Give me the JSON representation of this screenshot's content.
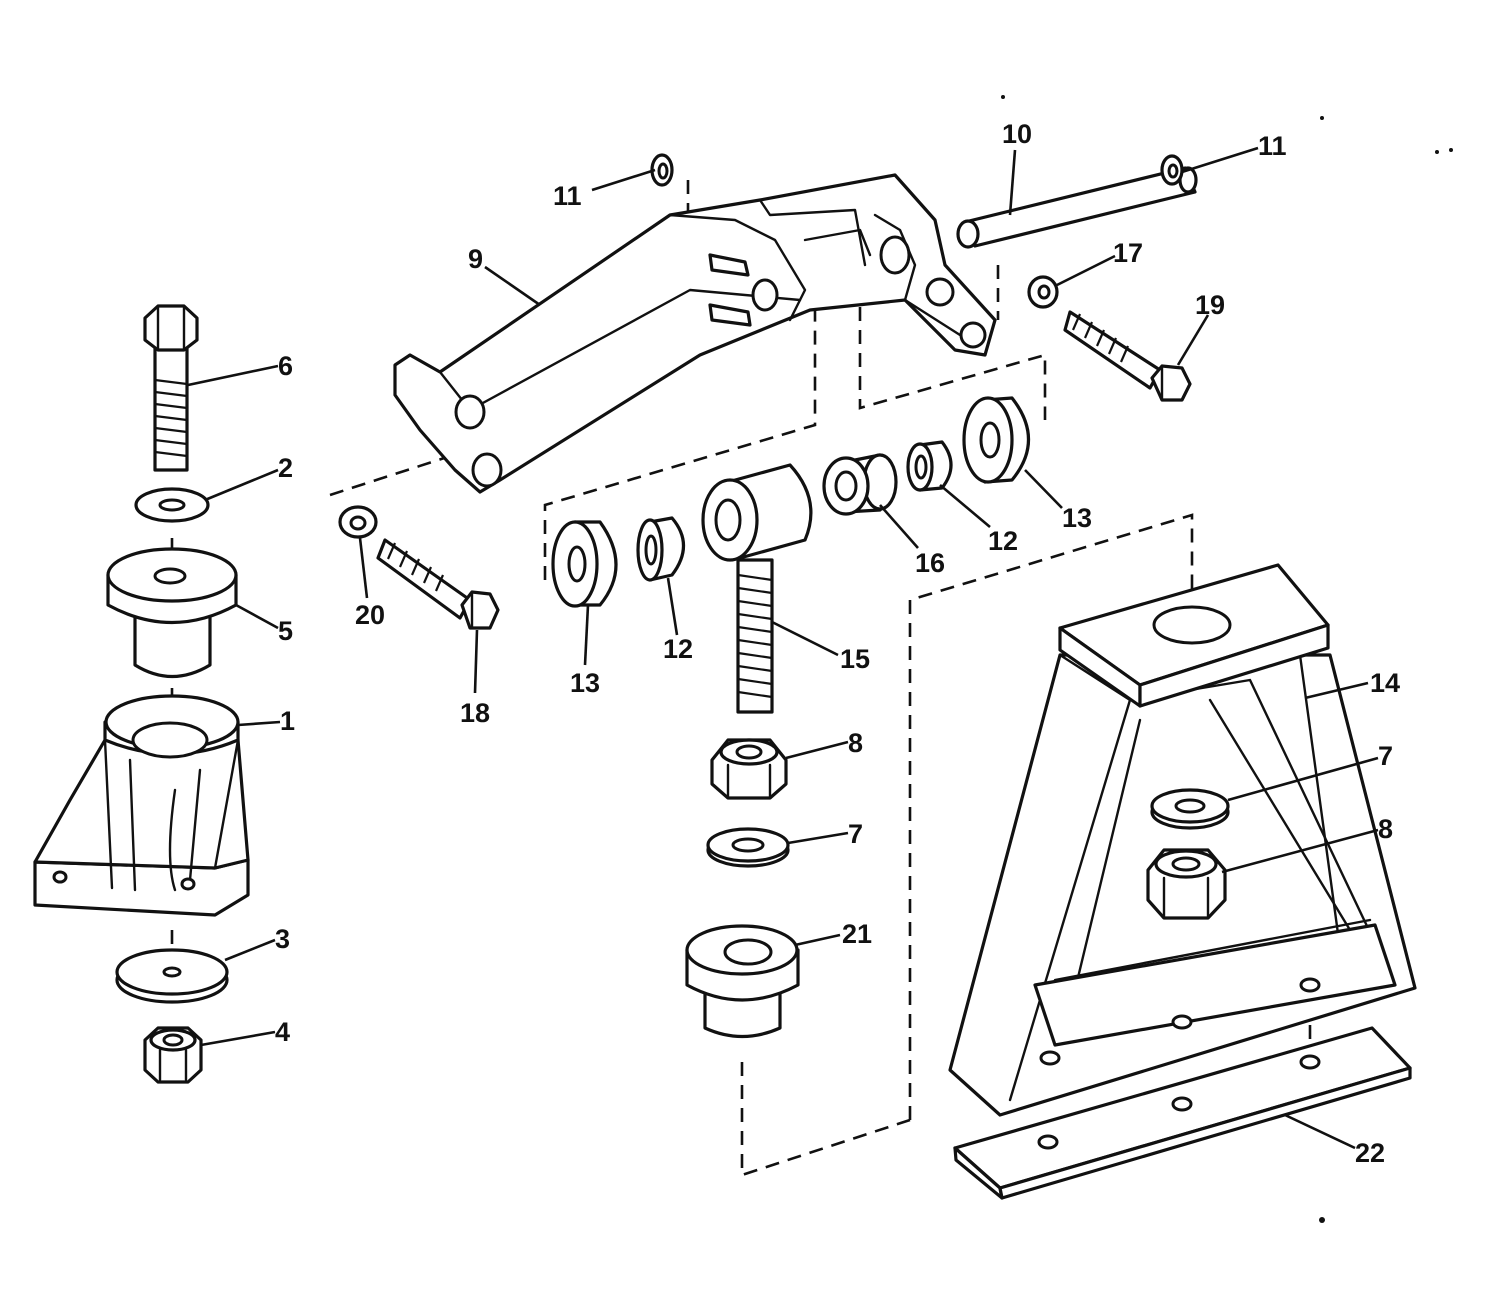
{
  "callouts": {
    "c1": "1",
    "c2": "2",
    "c3": "3",
    "c4": "4",
    "c5": "5",
    "c6": "6",
    "c7a": "7",
    "c7b": "7",
    "c8a": "8",
    "c8b": "8",
    "c9": "9",
    "c10": "10",
    "c11a": "11",
    "c11b": "11",
    "c12a": "12",
    "c12b": "12",
    "c13a": "13",
    "c13b": "13",
    "c14": "14",
    "c15": "15",
    "c16": "16",
    "c17": "17",
    "c18": "18",
    "c19": "19",
    "c20": "20",
    "c21": "21",
    "c22": "22"
  },
  "colors": {
    "ink": "#111111",
    "paper": "#ffffff"
  }
}
